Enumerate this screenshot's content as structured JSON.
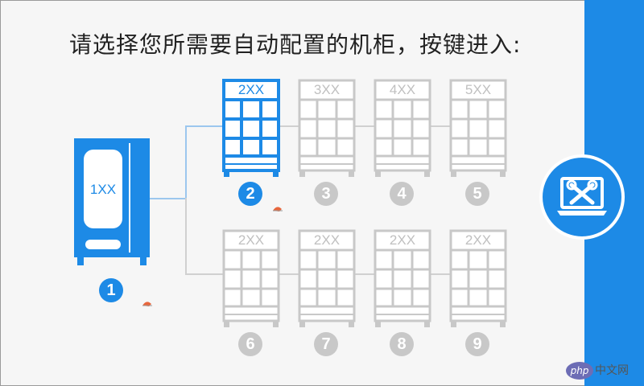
{
  "title": "请选择您所需要自动配置的机柜，按键进入:",
  "colors": {
    "accent": "#1d8ae6",
    "inactive": "#c8c8c8",
    "background": "#f6f6f6"
  },
  "main_cabinet": {
    "code": "1XX",
    "number": "1"
  },
  "top_row": [
    {
      "code": "2XX",
      "number": "2",
      "active": true
    },
    {
      "code": "3XX",
      "number": "3",
      "active": false
    },
    {
      "code": "4XX",
      "number": "4",
      "active": false
    },
    {
      "code": "5XX",
      "number": "5",
      "active": false
    }
  ],
  "bottom_row": [
    {
      "code": "2XX",
      "number": "6",
      "active": false
    },
    {
      "code": "2XX",
      "number": "7",
      "active": false
    },
    {
      "code": "2XX",
      "number": "8",
      "active": false
    },
    {
      "code": "2XX",
      "number": "9",
      "active": false
    }
  ],
  "settings_icon": "tools-laptop-icon",
  "watermark": {
    "php": "php",
    "site": "中文网"
  }
}
